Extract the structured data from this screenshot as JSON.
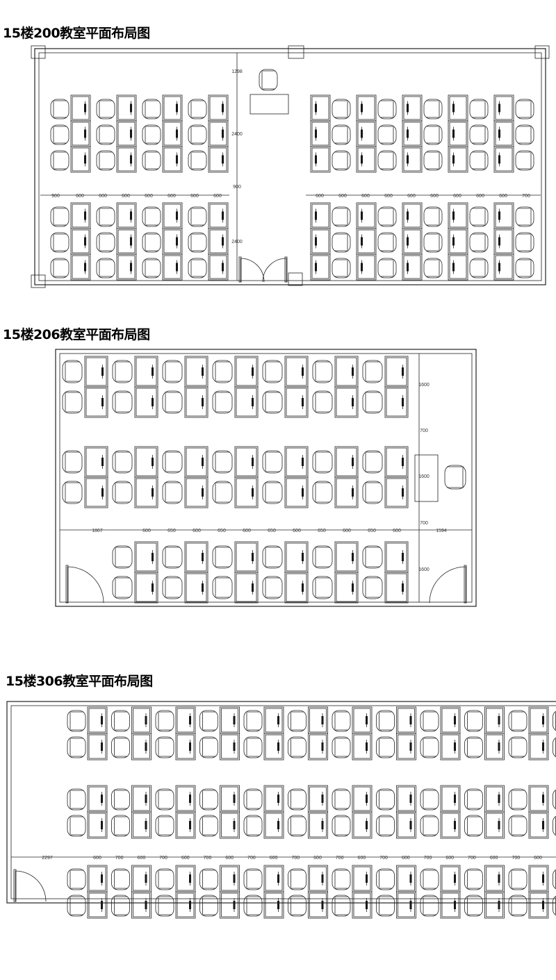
{
  "rooms": [
    {
      "title": "15楼200教室平面布局图",
      "dims_vertical": [
        "1298",
        "2400",
        "900",
        "2400"
      ],
      "dims_left": [
        "900",
        "600",
        "600",
        "600",
        "600",
        "600",
        "600",
        "600"
      ],
      "dims_right": [
        "600",
        "600",
        "600",
        "600",
        "600",
        "600",
        "600",
        "600",
        "600",
        "700"
      ]
    },
    {
      "title": "15楼206教室平面布局图",
      "dims_horizontal": [
        "1867",
        "600",
        "650",
        "600",
        "650",
        "600",
        "650",
        "600",
        "650",
        "600",
        "650",
        "600",
        "1594"
      ],
      "dims_vertical": [
        "1600",
        "700",
        "1600",
        "700",
        "1600"
      ]
    },
    {
      "title": "15楼306教室平面布局图",
      "dims_horizontal": [
        "2297",
        "600",
        "700",
        "600",
        "700",
        "600",
        "700",
        "600",
        "700",
        "600",
        "700",
        "600",
        "700",
        "600",
        "700",
        "600",
        "700",
        "600",
        "700",
        "600",
        "700",
        "600"
      ]
    }
  ],
  "colors": {
    "line": "#222222",
    "background": "#ffffff"
  }
}
